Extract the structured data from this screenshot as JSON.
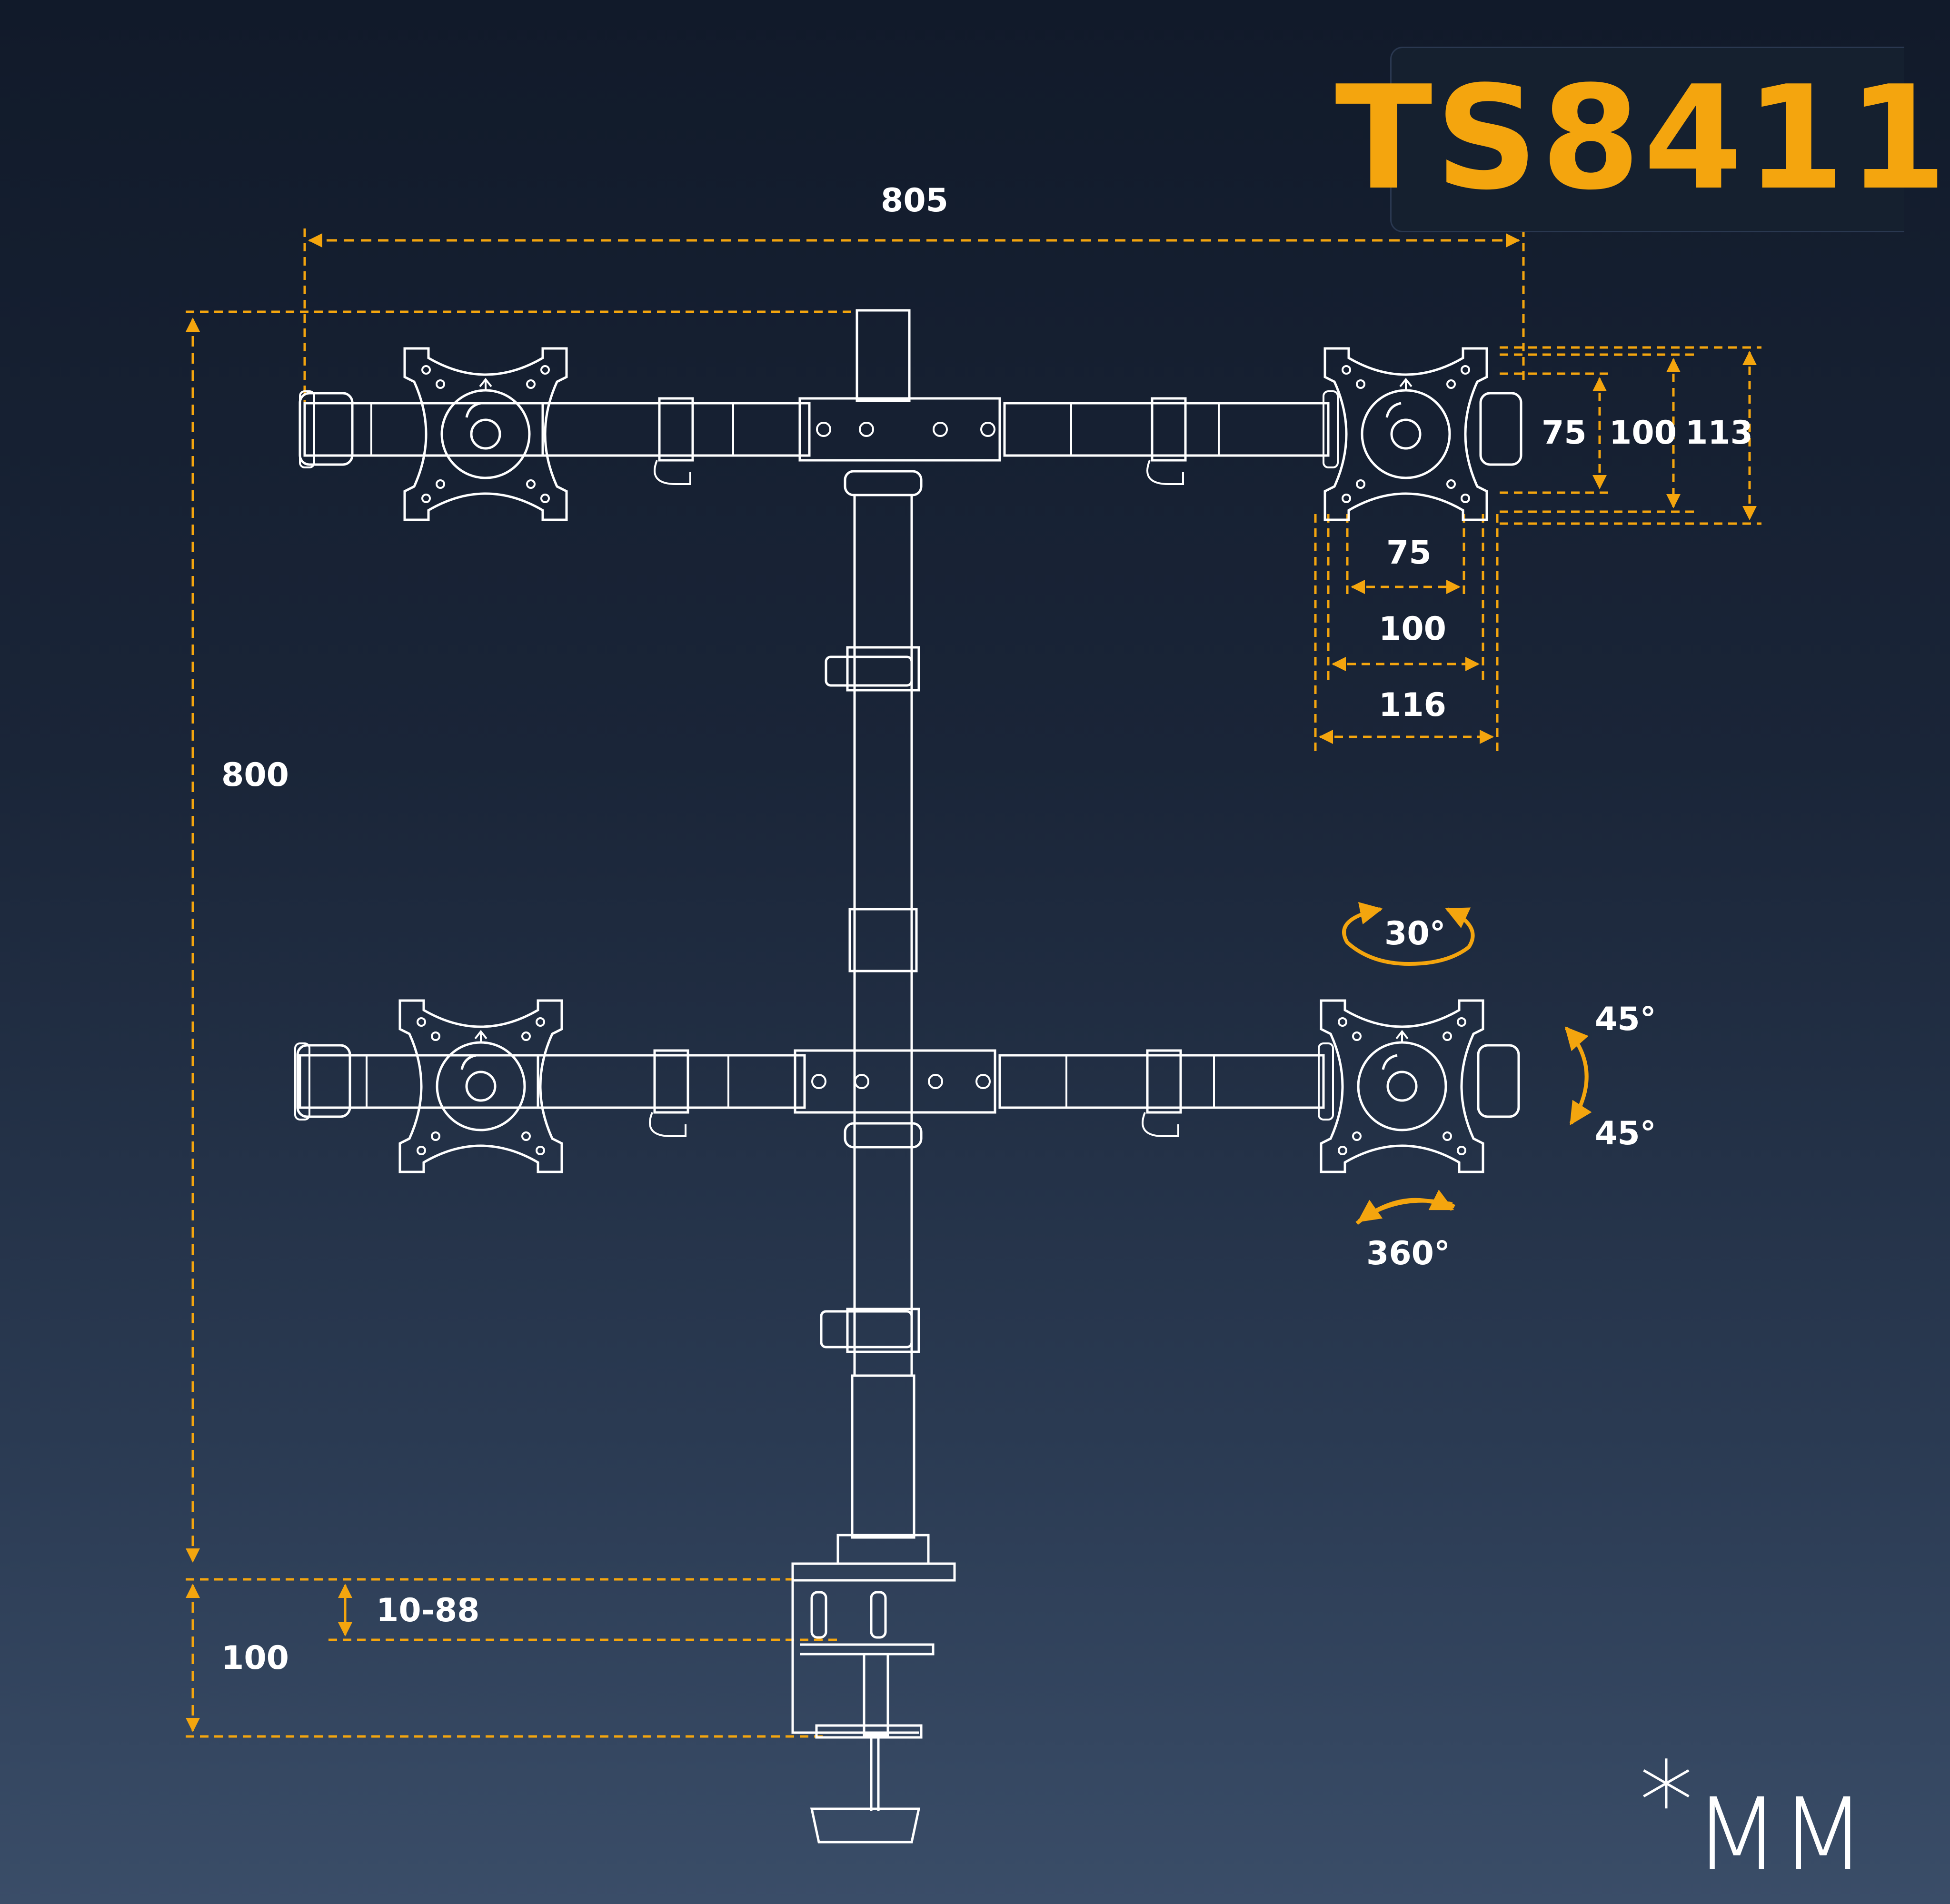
{
  "model": "TS8411",
  "dimensions": {
    "total_width": "805",
    "total_height": "800",
    "vesa_h_75": "75",
    "vesa_h_100": "100",
    "vesa_h_113": "113",
    "vesa_w_75": "75",
    "vesa_w_100": "100",
    "vesa_w_116": "116",
    "clamp_range": "10-88",
    "clamp_height": "100"
  },
  "angles": {
    "swivel": "30°",
    "tilt_up": "45°",
    "tilt_down": "45°",
    "rotation": "360°"
  },
  "unit": "MM",
  "unit_prefix": "*",
  "colors": {
    "accent": "#f4a50e",
    "line": "#ffffff",
    "background": "#1a2538"
  }
}
